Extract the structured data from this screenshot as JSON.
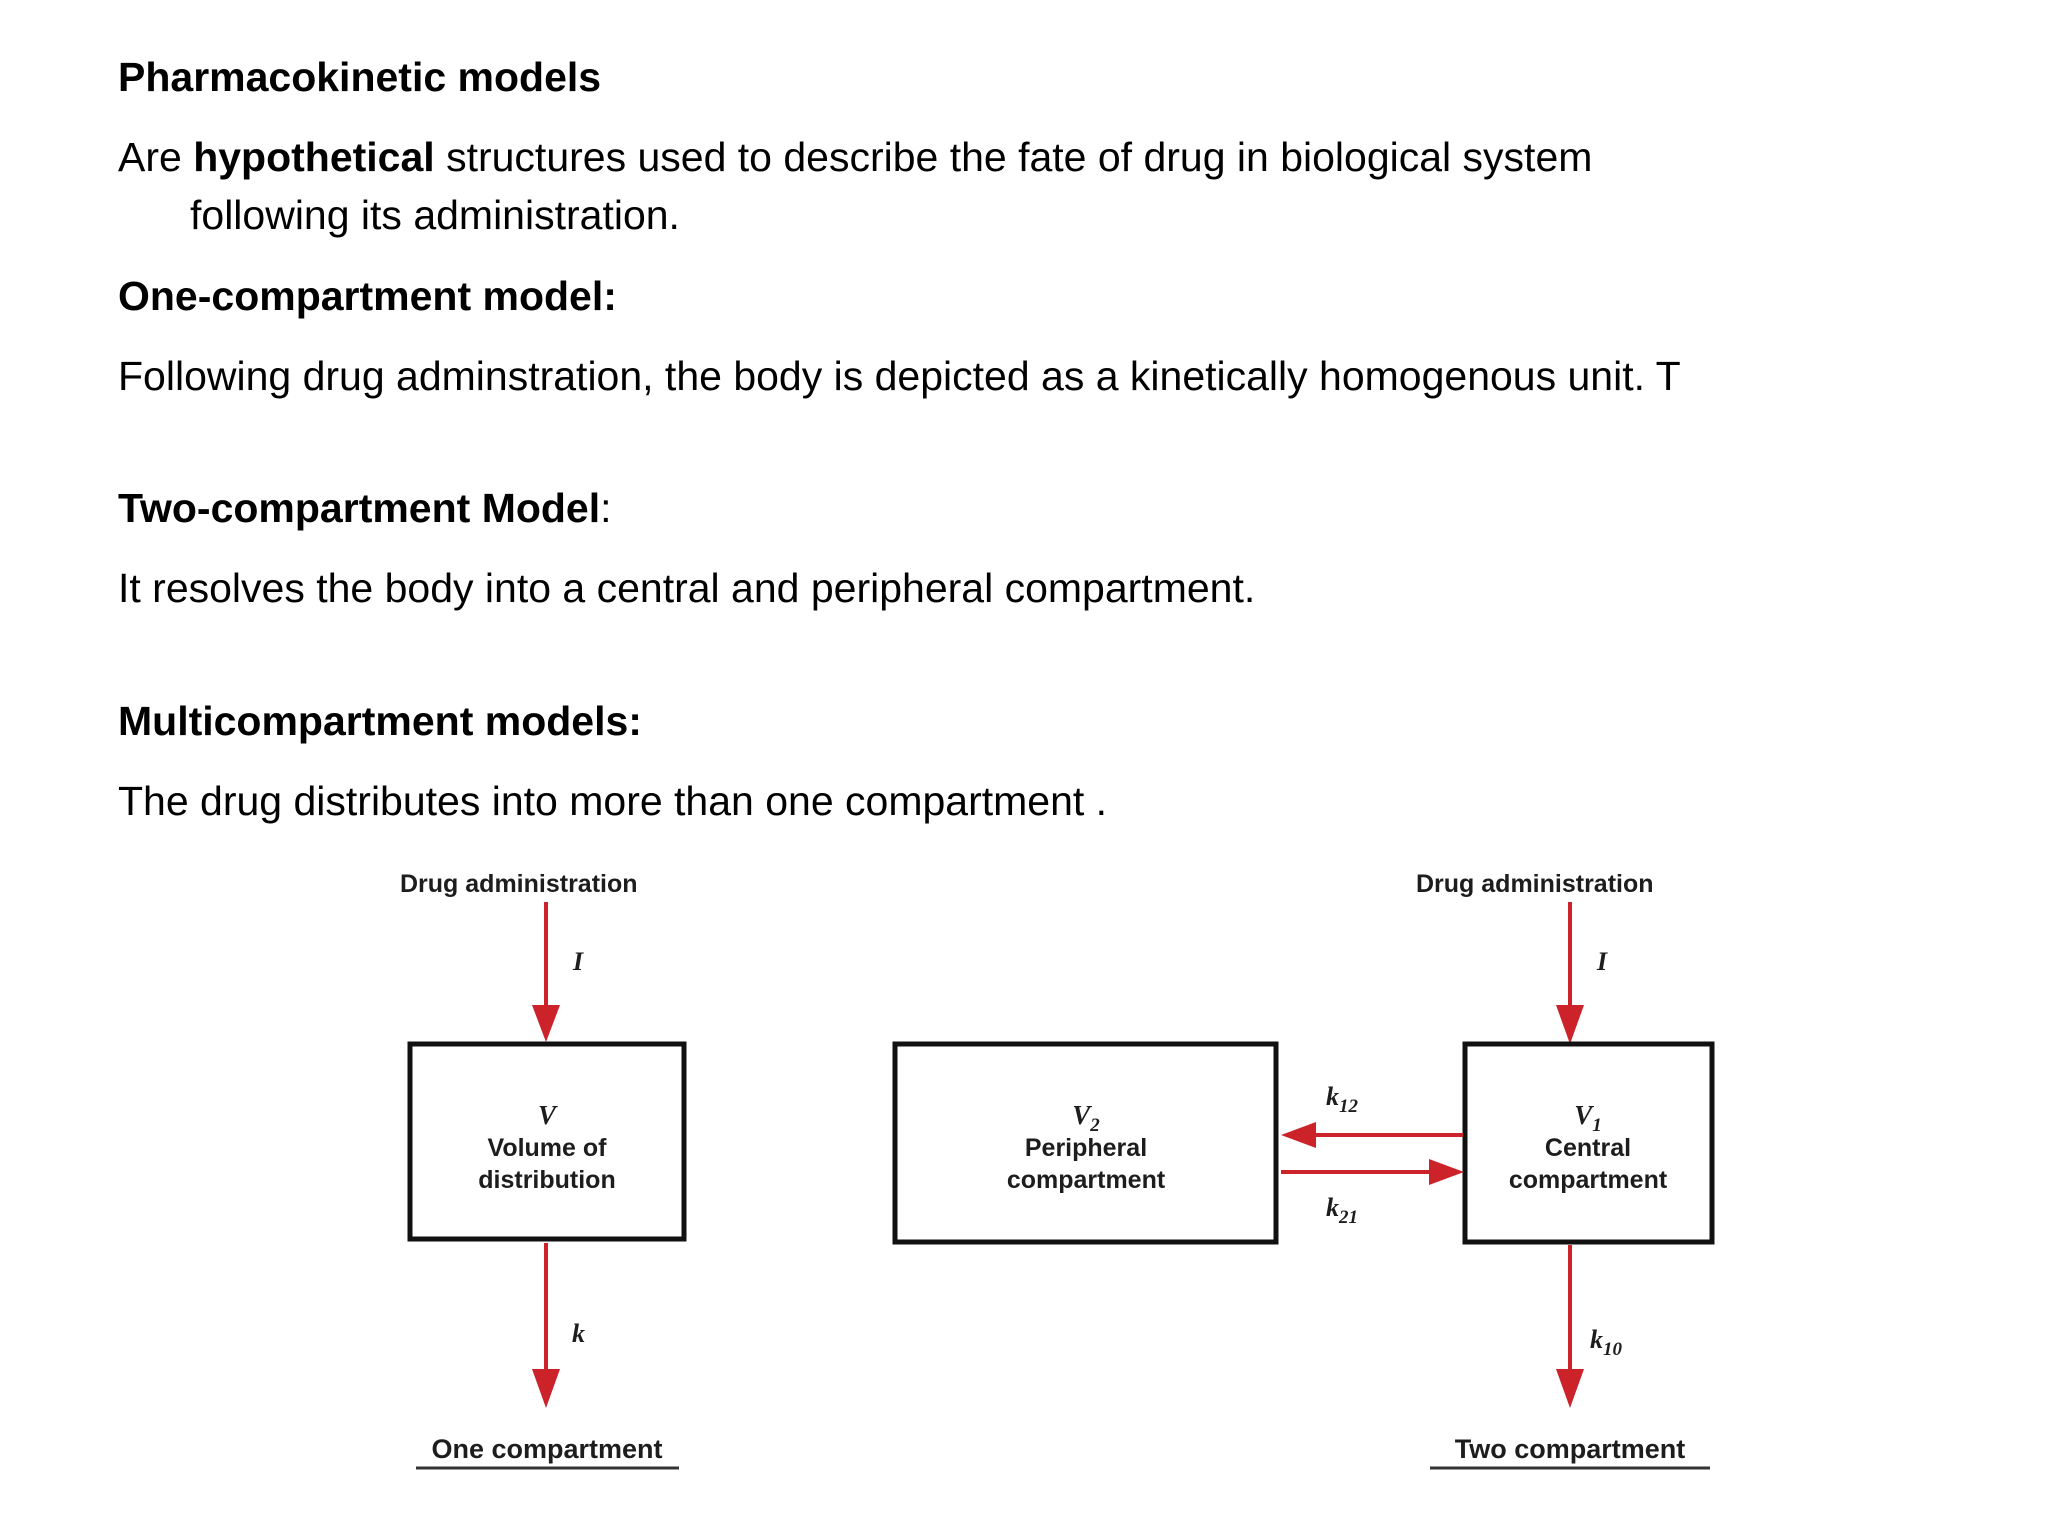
{
  "slide": {
    "title": "Pharmacokinetic models",
    "paragraphs": [
      {
        "id": "intro",
        "lead": "Are ",
        "bold_word": "hypothetical",
        "rest": " structures used to describe the fate of drug in biological system",
        "continuation": "following its administration."
      }
    ],
    "headings": {
      "one_compartment": "One-compartment model:",
      "two_compartment_bold": "Two-compartment Model",
      "two_compartment_colon": ":",
      "multicompartment": "Multicompartment models:"
    },
    "bodies": {
      "one_compartment": "Following drug adminstration, the body is depicted as a kinetically homogenous unit. T",
      "two_compartment": "It resolves the body into a central and peripheral compartment.",
      "multicompartment": "The drug distributes into more than one compartment ."
    }
  },
  "diagram": {
    "colors": {
      "arrow_red": "#cc2229",
      "box_stroke": "#111111",
      "text": "#1d1d1d",
      "background": "#ffffff"
    },
    "one_compartment": {
      "top_label": "Drug administration",
      "input_rate_symbol": "I",
      "box": {
        "variable": "V",
        "line1": "Volume of",
        "line2": "distribution"
      },
      "elimination_symbol": "k",
      "caption": "One compartment"
    },
    "two_compartment": {
      "top_label": "Drug administration",
      "input_rate_symbol": "I",
      "peripheral_box": {
        "variable": "V",
        "subscript": "2",
        "line1": "Peripheral",
        "line2": "compartment"
      },
      "central_box": {
        "variable": "V",
        "subscript": "1",
        "line1": "Central",
        "line2": "compartment"
      },
      "transfer_top": {
        "symbol": "k",
        "subscript": "12",
        "direction": "left"
      },
      "transfer_bottom": {
        "symbol": "k",
        "subscript": "21",
        "direction": "right"
      },
      "elimination": {
        "symbol": "k",
        "subscript": "10"
      },
      "caption": "Two compartment"
    }
  }
}
